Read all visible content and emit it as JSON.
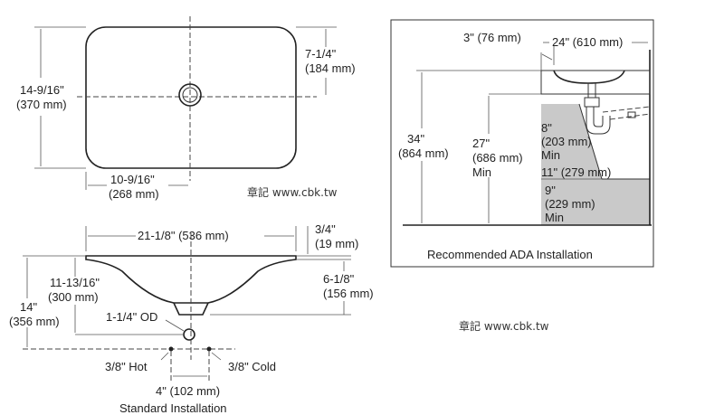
{
  "top_view": {
    "length": {
      "in": "14-9/16\"",
      "mm": "(370 mm)"
    },
    "half_depth": {
      "in": "7-1/4\"",
      "mm": "(184 mm)"
    },
    "drain_offset": {
      "in": "10-9/16\"",
      "mm": "(268 mm)"
    }
  },
  "front_view": {
    "width": "21-1/8\" (536 mm)",
    "rim": {
      "in": "3/4\"",
      "mm": "(19 mm)"
    },
    "bowl_depth": {
      "in": "6-1/8\"",
      "mm": "(156 mm)"
    },
    "drain_height": {
      "in": "11-13/16\"",
      "mm": "(300 mm)"
    },
    "total_height": {
      "in": "14\"",
      "mm": "(356 mm)"
    },
    "drain_od": "1-1/4\" OD",
    "hot": "3/8\" Hot",
    "cold": "3/8\" Cold",
    "spacing": "4\" (102 mm)",
    "caption": "Standard Installation"
  },
  "ada": {
    "setback": "3\" (76 mm)",
    "width": "24\" (610 mm)",
    "height": {
      "in": "34\"",
      "mm": "(864 mm)"
    },
    "knee_height": {
      "in": "27\"",
      "mm": "(686 mm)",
      "min": "Min"
    },
    "knee_depth": {
      "in": "8\"",
      "mm": "(203 mm)",
      "min": "Min"
    },
    "toe_depth": "11\" (279 mm)",
    "toe_height": {
      "in": "9\"",
      "mm": "(229 mm)",
      "min": "Min"
    },
    "caption": "Recommended ADA Installation"
  },
  "watermark": "章記 www.cbk.tw"
}
